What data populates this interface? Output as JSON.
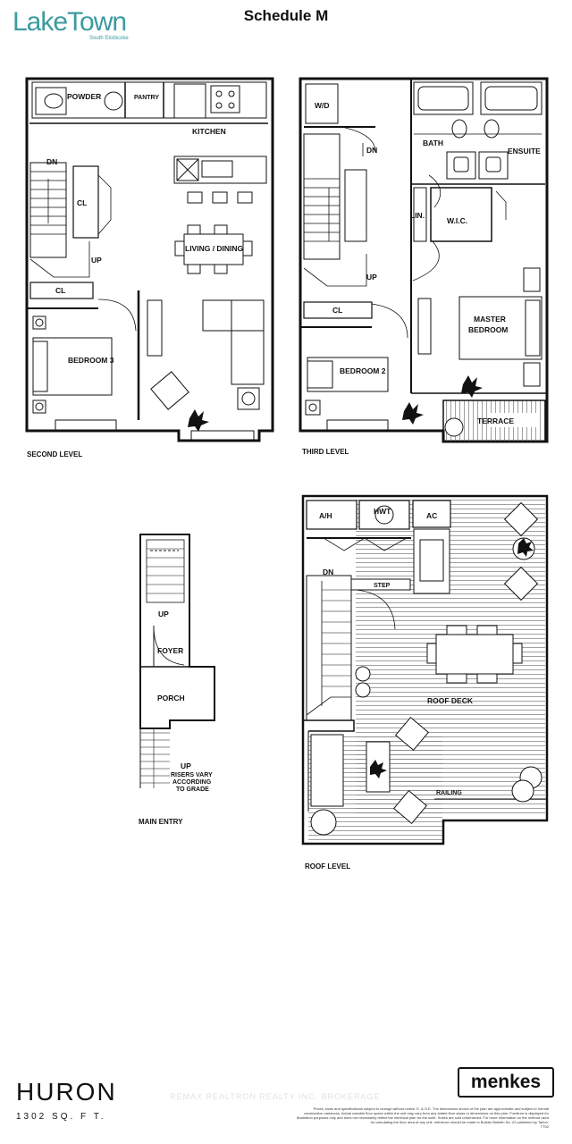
{
  "logo": {
    "main": "LakeTown",
    "sub": "South Etobicoke"
  },
  "title": "Schedule M",
  "levels": {
    "second": "SECOND LEVEL",
    "third": "THIRD LEVEL",
    "main": "MAIN ENTRY",
    "roof": "ROOF LEVEL"
  },
  "rooms": {
    "powder": "POWDER",
    "pantry": "PANTRY",
    "kitchen": "KITCHEN",
    "dn": "DN",
    "cl": "CL",
    "living_dining": "LIVING / DINING",
    "up": "UP",
    "bedroom3": "BEDROOM 3",
    "wd": "W/D",
    "bath": "BATH",
    "ensuite": "ENSUITE",
    "lin": "LIN.",
    "wic": "W.I.C.",
    "master1": "MASTER",
    "master2": "BEDROOM",
    "bedroom2": "BEDROOM 2",
    "terrace": "TERRACE",
    "foyer": "FOYER",
    "porch": "PORCH",
    "risers1": "RISERS VARY",
    "risers2": "ACCORDING",
    "risers3": "TO GRADE",
    "ah": "A/H",
    "hwt": "HWT",
    "ac": "AC",
    "step": "STEP",
    "roof_deck": "ROOF DECK",
    "railing": "RAILING"
  },
  "model": {
    "name": "HURON",
    "area": "1302 SQ. F T."
  },
  "brand": "menkes",
  "watermark": "REMAX REALTRON REALTY INC. BROKERAGE",
  "disclaimer": "Prices, sizes and specifications subject to change without notice. E. & O.E. The dimensions shown of the plan are approximate and subject to normal construction variances. Actual useable floor space within the unit may vary from any stated floor areas or dimensions on this plan. Furniture is displayed for illustration purposes only and does not necessarily reflect the electrical plan for the suite. Suites are sold unfurnished. For more information on the method used for calculating the floor area of any unit, reference should be made to Builder Bulletin No. 22 published by Tarion.",
  "code": "TT02"
}
